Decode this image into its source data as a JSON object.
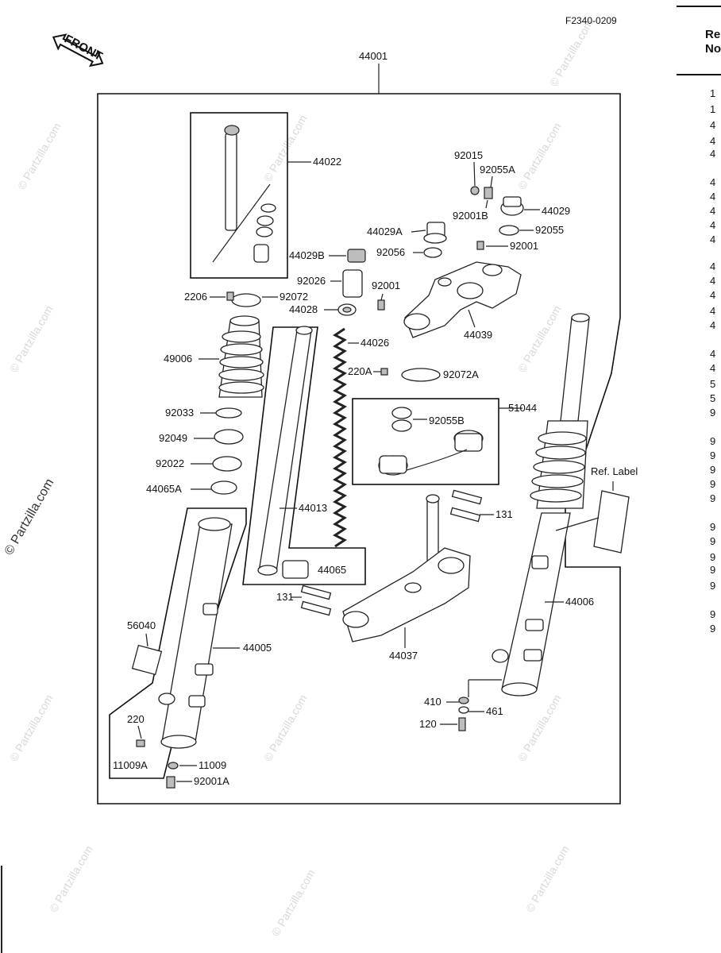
{
  "diagram_id": "F2340-0209",
  "front_arrow_label": "FRONT",
  "ref_label": "Ref. Label",
  "main_assembly": "44001",
  "callouts": {
    "c44022": "44022",
    "c92015": "92015",
    "c92055A": "92055A",
    "c92001B": "92001B",
    "c44029": "44029",
    "c44029A": "44029A",
    "c92055top": "92055",
    "c92056": "92056",
    "c92001r": "92001",
    "c44029B": "44029B",
    "c92026": "92026",
    "c92001m": "92001",
    "c2206": "2206",
    "c92072": "92072",
    "c44028": "44028",
    "c44039": "44039",
    "c44026": "44026",
    "c49006": "49006",
    "c220A": "220A",
    "c92072A": "92072A",
    "c51044": "51044",
    "c92055B": "92055B",
    "c92033": "92033",
    "c92049": "92049",
    "c92022": "92022",
    "c44065A": "44065A",
    "c44013": "44013",
    "c131r": "131",
    "c44065": "44065",
    "c131l": "131",
    "c56040": "56040",
    "c44005": "44005",
    "c44037": "44037",
    "c44006": "44006",
    "c410": "410",
    "c461": "461",
    "c120": "120",
    "c220": "220",
    "c11009A": "11009A",
    "c11009": "11009",
    "c92001A": "92001A"
  },
  "side_column": {
    "header_line1": "Re",
    "header_line2": "No",
    "rows": [
      "1",
      "1",
      "4",
      "4",
      "4",
      "4",
      "4",
      "4",
      "4",
      "4",
      "4",
      "4",
      "4",
      "4",
      "4",
      "4",
      "4",
      "5",
      "5",
      "9",
      "9",
      "9",
      "9",
      "9",
      "9",
      "9",
      "9",
      "9",
      "9",
      "9",
      "9",
      "9"
    ]
  },
  "watermark": "© Partzilla.com"
}
